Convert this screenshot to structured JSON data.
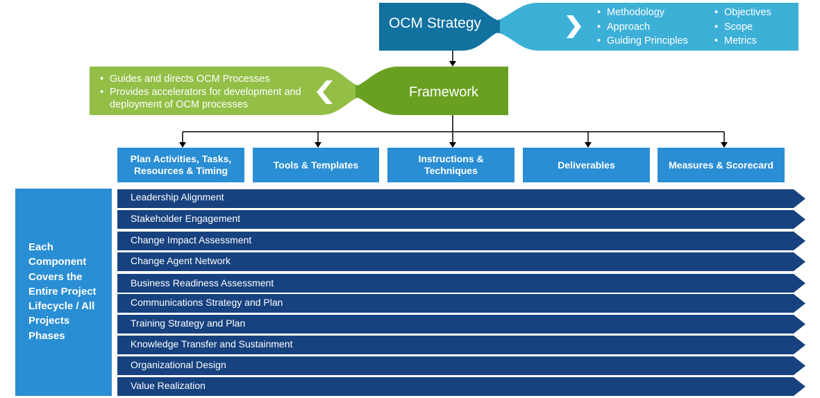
{
  "strategy": {
    "title": "OCM Strategy",
    "items_left": [
      "Methodology",
      "Approach",
      "Guiding Principles"
    ],
    "items_right": [
      "Objectives",
      "Scope",
      "Metrics"
    ]
  },
  "framework": {
    "title": "Framework",
    "items": [
      "Guides and directs OCM Processes",
      "Provides accelerators for development and deployment of OCM processes"
    ]
  },
  "components": [
    "Plan Activities, Tasks, Resources & Timing",
    "Tools & Templates",
    "Instructions & Techniques",
    "Deliverables",
    "Measures & Scorecard"
  ],
  "side_label": "Each Component Covers the Entire Project Lifecycle / All Projects Phases",
  "phases": [
    "Leadership Alignment",
    "Stakeholder Engagement",
    "Change Impact Assessment",
    "Change Agent Network",
    "Business Readiness Assessment",
    "Communications Strategy and Plan",
    "Training Strategy and Plan",
    "Knowledge Transfer and Sustainment",
    "Organizational Design",
    "Value Realization"
  ],
  "colors": {
    "strategy_dark": "#11719f",
    "strategy_light": "#3db0d8",
    "framework_dark": "#6aa022",
    "framework_light": "#93bf47",
    "component_blue": "#2a8ed4",
    "phase_navy": "#17427f",
    "side_blue": "#2a8ed4"
  }
}
